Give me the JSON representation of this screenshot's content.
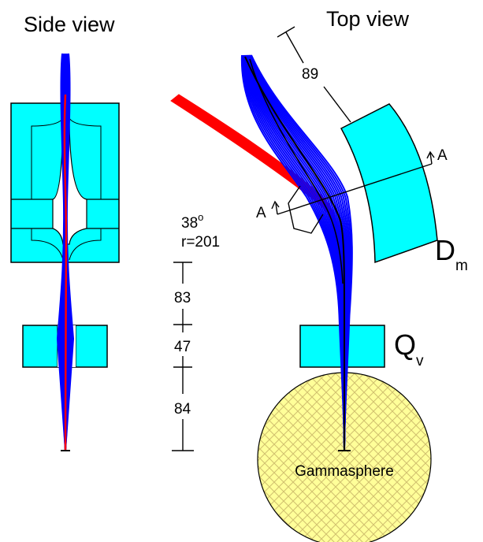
{
  "titles": {
    "side_view": "Side view",
    "top_view": "Top view"
  },
  "dipole": {
    "angle": "38",
    "angle_unit": "o",
    "radius": "r=201",
    "label_main": "D",
    "label_sub": "m"
  },
  "quadrupole": {
    "label_main": "Q",
    "label_sub": "v"
  },
  "distances": {
    "top_drift": "89",
    "d1": "83",
    "d2": "47",
    "d3": "84"
  },
  "section_markers": {
    "left": "A",
    "right": "A"
  },
  "target_label": "Gammasphere",
  "colors": {
    "magnet": "#00ffff",
    "beam_rays": "#0000ff",
    "central_ray": "#ff0000",
    "red_beam": "#ff0000",
    "gammasphere_fill": "#ffff99",
    "gammasphere_hatch": "#d8c870",
    "outline": "#000000"
  }
}
